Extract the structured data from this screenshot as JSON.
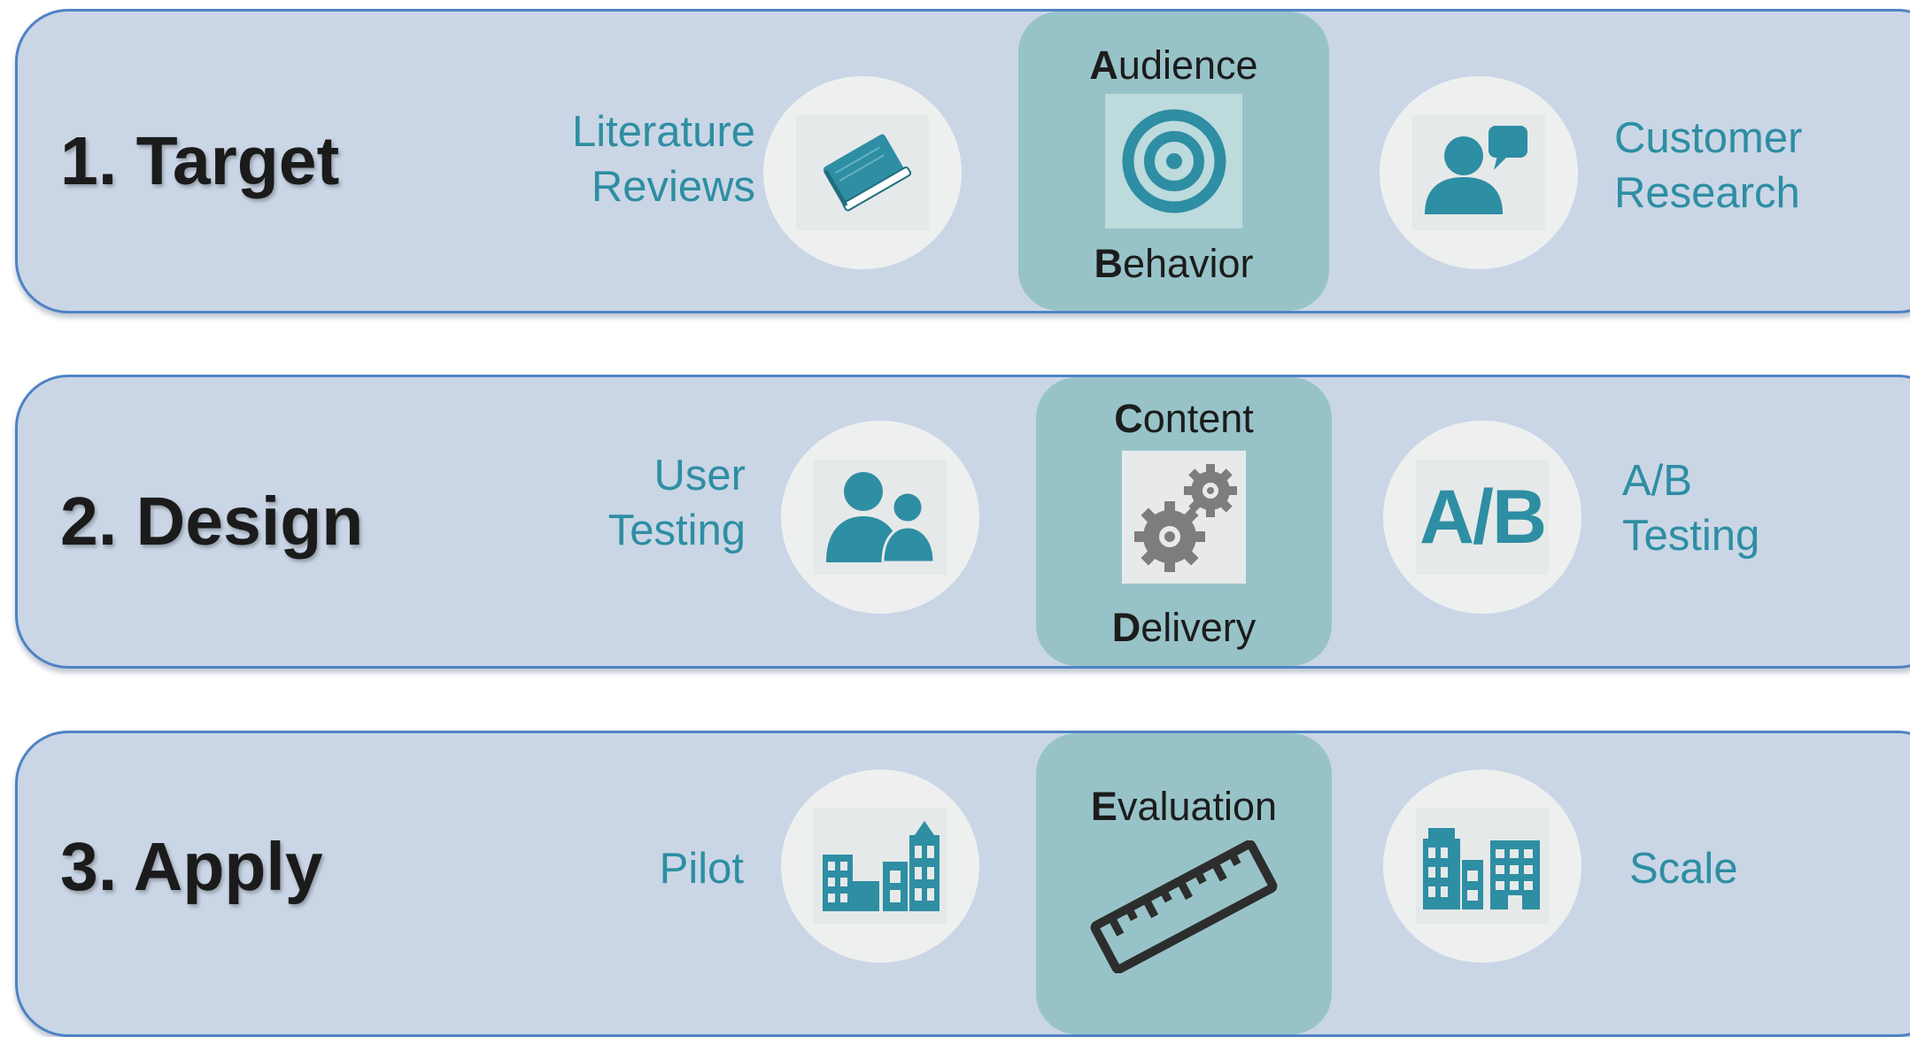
{
  "rows": [
    {
      "step": "1. Target",
      "left_label": "Literature\nReviews",
      "left_icon": "book-icon",
      "center": [
        {
          "initial": "A",
          "rest": "udience"
        },
        {
          "initial": "B",
          "rest": "ehavior"
        }
      ],
      "center_icon": "target-icon",
      "right_icon": "speaking-person-icon",
      "right_label": "Customer\nResearch"
    },
    {
      "step": "2. Design",
      "left_label": "User\nTesting",
      "left_icon": "users-icon",
      "center": [
        {
          "initial": "C",
          "rest": "ontent"
        },
        {
          "initial": "D",
          "rest": "elivery"
        }
      ],
      "center_icon": "gears-icon",
      "right_icon": "ab-icon",
      "right_icon_text": "A/B",
      "right_label": "A/B\nTesting"
    },
    {
      "step": "3. Apply",
      "left_label": "Pilot",
      "left_icon": "small-buildings-icon",
      "center": [
        {
          "initial": "E",
          "rest": "valuation"
        }
      ],
      "center_icon": "ruler-icon",
      "right_icon": "city-buildings-icon",
      "right_label": "Scale"
    }
  ],
  "colors": {
    "row_fill": "#cad6e6",
    "row_border": "#4f83c4",
    "center_fill": "#97c3c8",
    "icon_teal": "#2e8ea3",
    "label_teal": "#2e8ea3",
    "gear_gray": "#7d7d7d",
    "ruler_dark": "#2d2d2d"
  }
}
